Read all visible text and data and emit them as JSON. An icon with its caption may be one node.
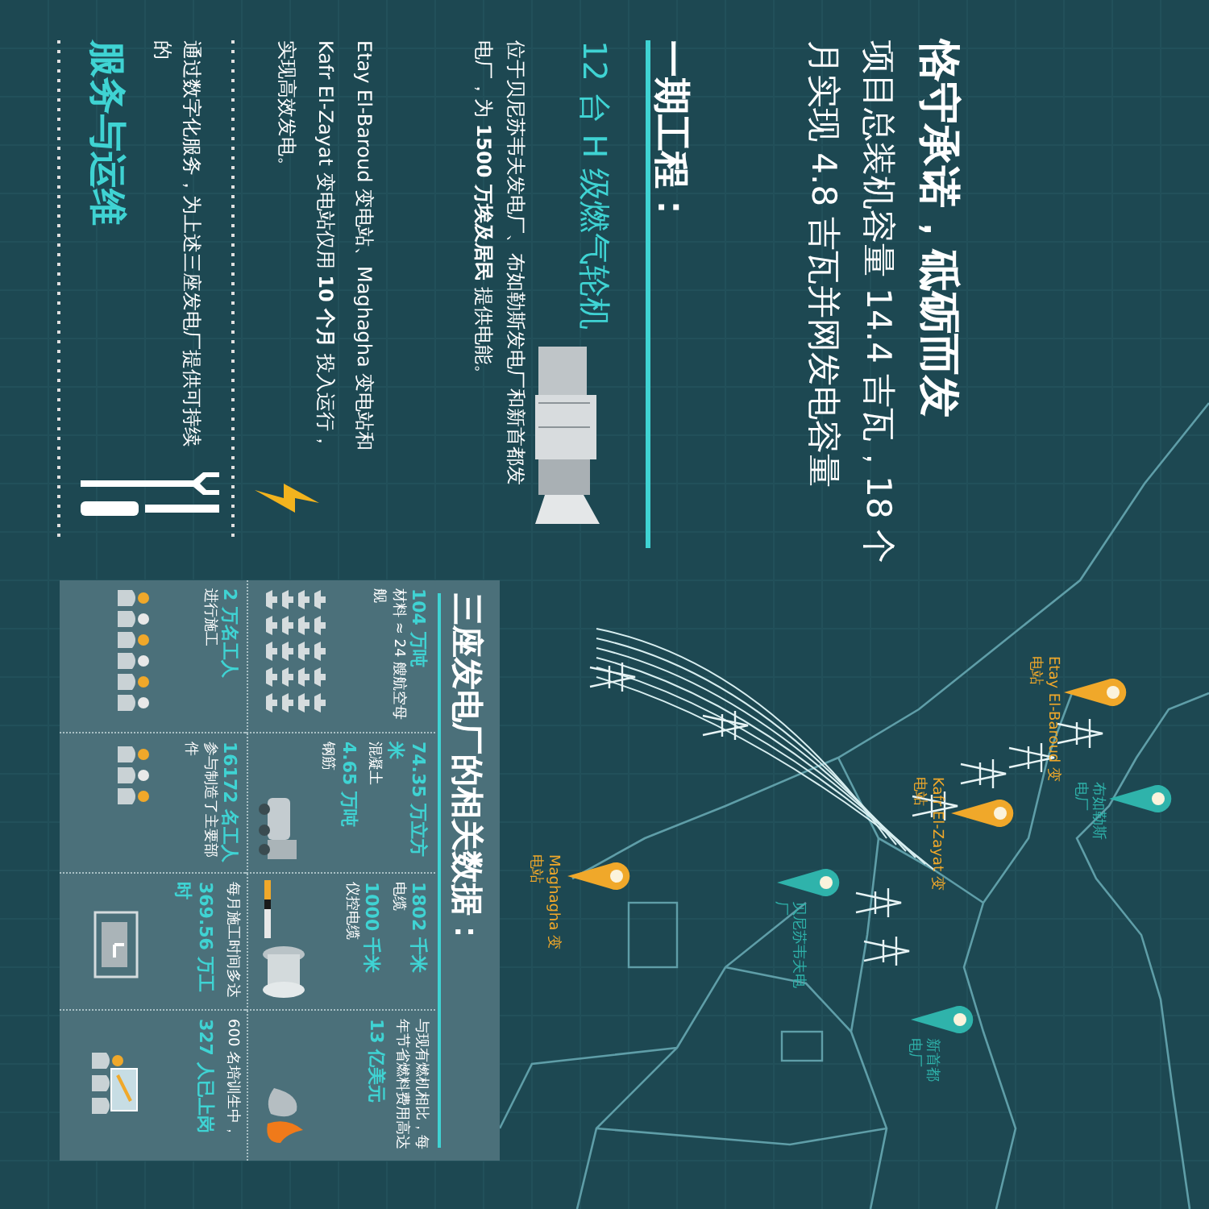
{
  "diagram": {
    "title": "恪守承诺，砥砺而发",
    "nodes": [
      {
        "text": [
          "三座发电厂的相关数据："
        ]
      },
      {
        "text": [
          "104 万吨",
          "材料 ≈ 24 艘航空母舰"
        ],
        "in": 0
      },
      {
        "text": [
          "74.35 万立方米",
          "混凝土",
          "4.65 万吨",
          "钢筋"
        ],
        "in": 0
      },
      {
        "text": [
          "1802 千米",
          "电缆",
          "1000 千米",
          "仪控电缆"
        ],
        "in": 0
      },
      {
        "text": [
          "与现有燃机相比，每年节省燃料费用高达",
          "13 亿美元"
        ],
        "in": 0
      },
      {
        "text": [
          "2 万名工人",
          "进行施工"
        ],
        "in": 0
      },
      {
        "text": [
          "16172 名工人",
          "参与制造了主要部件"
        ],
        "in": 0
      },
      {
        "text": [
          "每月施工时间多达",
          "369.56 万工时"
        ],
        "in": 0
      },
      {
        "text": [
          "600 名培训生中，",
          "327 人已上岗"
        ],
        "in": 0
      },
      {
        "text": [],
        "shape": "pin",
        "beside": [
          "布如勒斯电厂"
        ]
      },
      {
        "text": [],
        "shape": "pin",
        "beside": [
          "Etay El-Baroud 变电站"
        ]
      },
      {
        "text": [],
        "shape": "pin",
        "beside": [
          "Kafr El-Zayat 变电站"
        ]
      },
      {
        "text": [],
        "shape": "pin",
        "beside": [
          "新首都电厂"
        ]
      },
      {
        "text": [],
        "shape": "pin",
        "beside": [
          "贝尼苏韦夫电厂"
        ]
      },
      {
        "text": [],
        "shape": "pin",
        "beside": [
          "Maghagha 变电站"
        ]
      }
    ],
    "labels": [
      "项目总装机容量 14.4 吉瓦，18 个月实现 4.8 吉瓦并网发电容量",
      "一期工程：",
      "12 台 H 级燃气轮机",
      "位于贝尼苏韦夫发电厂、布如勒斯发电厂和新首都发电厂，为 **1500 万埃及居民** 提供电能。",
      "Etay El-Baroud 变电站、Maghagha 变电站和 Kafr El-Zayat 变电站仅用 **10 个月** 投入运行，实现高效发电。",
      "通过数字化服务，为上述三座发电厂提供可持续的",
      "服务与运维"
    ]
  }
}
